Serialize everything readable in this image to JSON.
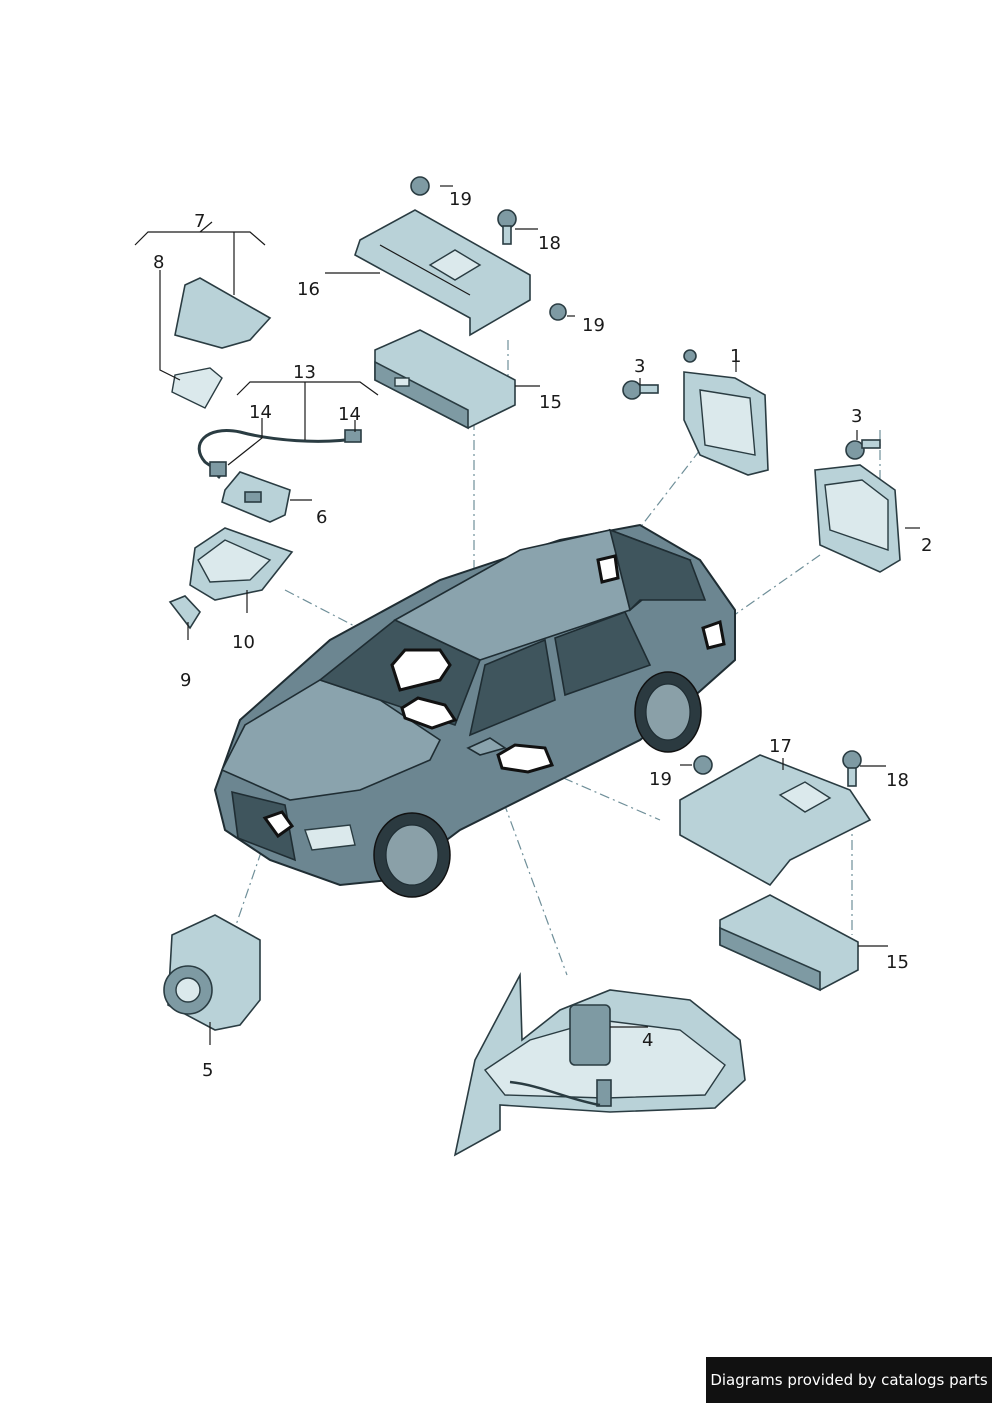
{
  "callouts": {
    "c1": "1",
    "c2": "2",
    "c3a": "3",
    "c3b": "3",
    "c4": "4",
    "c5": "5",
    "c6": "6",
    "c7": "7",
    "c8": "8",
    "c9": "9",
    "c10": "10",
    "c13": "13",
    "c14a": "14",
    "c14b": "14",
    "c15a": "15",
    "c15b": "15",
    "c16": "16",
    "c17": "17",
    "c18a": "18",
    "c18b": "18",
    "c19a": "19",
    "c19b": "19",
    "c19c": "19"
  },
  "footer": {
    "text": "Diagrams provided by catalogs parts"
  },
  "colors": {
    "part_fill": "#b9d2d8",
    "outline": "#2a3c42",
    "footer_bg": "#111111"
  }
}
